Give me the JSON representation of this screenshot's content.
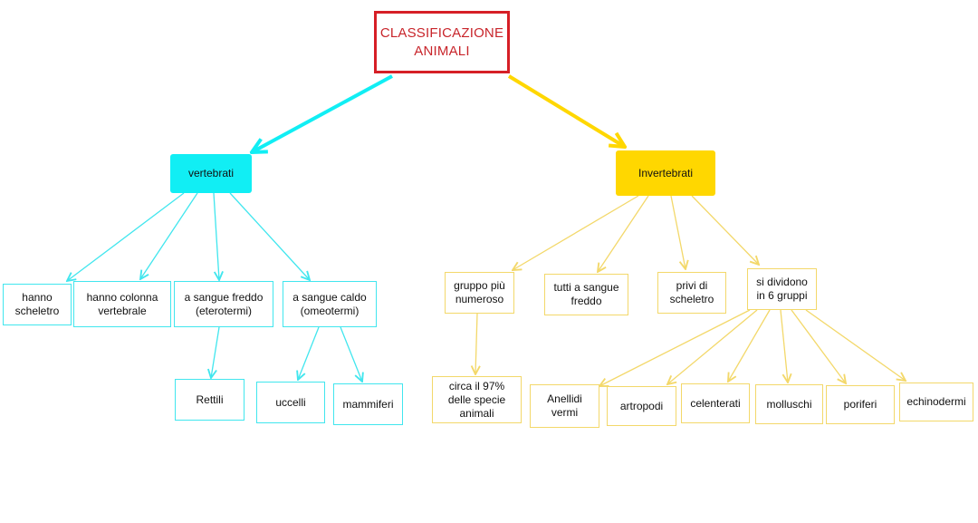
{
  "diagram": {
    "root": {
      "label": "CLASSIFICAZIONE\nANIMALI"
    },
    "vertebrati": {
      "label": "vertebrati",
      "features": [
        "hanno\nscheletro",
        "hanno colonna\nvertebrale",
        "a sangue freddo\n(eterotermi)",
        "a sangue caldo\n(omeotermi)"
      ],
      "freddo_children": [
        "Rettili"
      ],
      "caldo_children": [
        "uccelli",
        "mammiferi"
      ]
    },
    "invertebrati": {
      "label": "Invertebrati",
      "features": [
        "gruppo più\nnumeroso",
        "tutti a sangue\nfreddo",
        "privi di\nscheletro",
        "si dividono\nin 6 gruppi"
      ],
      "numeroso_detail": "circa il 97%\ndelle specie\nanimali",
      "gruppi": [
        "Anellidi\nvermi",
        "artropodi",
        "celenterati",
        "molluschi",
        "poriferi",
        "echinodermi"
      ]
    },
    "colors": {
      "root_border": "#d61f26",
      "root_text": "#c8252b",
      "vertebrati_fill": "#11eef4",
      "vertebrati_line": "#41e6ee",
      "invertebrati_fill": "#ffd700",
      "invertebrati_line": "#f3d86a"
    }
  }
}
